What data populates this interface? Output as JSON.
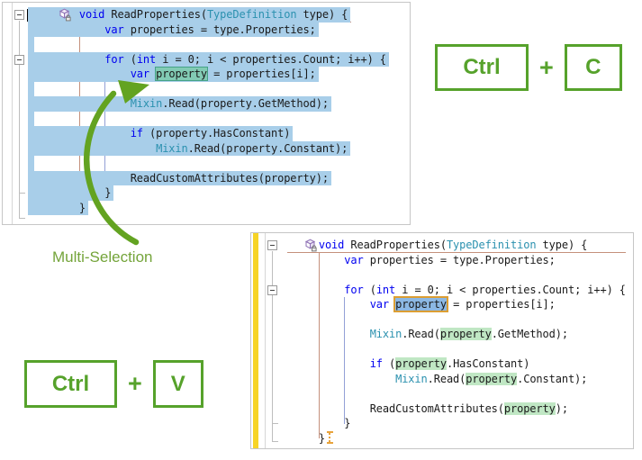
{
  "annotations": {
    "multi_selection_label": "Multi-Selection",
    "shortcut_copy": {
      "key1": "Ctrl",
      "plus": "+",
      "key2": "C"
    },
    "shortcut_paste": {
      "key1": "Ctrl",
      "plus": "+",
      "key2": "V"
    }
  },
  "colors": {
    "accent_green": "#56a22b",
    "arrow_green": "#63a321",
    "selection_blue": "#a8cee9",
    "secondary_selection_teal": "#82cbb4",
    "identifier_match_green": "#c0e7c4",
    "paste_marker_orange": "#dc9e33",
    "modified_lines_yellow": "#f7d426",
    "keyword_blue": "#0000f0",
    "type_teal": "#2b91af",
    "method_guide_brown": "#c4907c",
    "block_guide_blue": "#93a0d6"
  },
  "panels": {
    "copied": {
      "lines": [
        {
          "i": 8,
          "icon": true,
          "sel": true,
          "k": [
            [
              "k",
              "void"
            ],
            [
              "p",
              " ReadProperties("
            ],
            [
              "t",
              "TypeDefinition"
            ],
            [
              "p",
              " type) {"
            ]
          ]
        },
        {
          "i": 12,
          "sel": true,
          "k": [
            [
              "k",
              "var"
            ],
            [
              "p",
              " properties = type.Properties;"
            ]
          ]
        },
        {
          "i": 0,
          "sel": "stub",
          "k": []
        },
        {
          "i": 12,
          "sel": true,
          "k": [
            [
              "k",
              "for"
            ],
            [
              "p",
              " ("
            ],
            [
              "k",
              "int"
            ],
            [
              "p",
              " i = 0; i < properties.Count; i++) {"
            ]
          ]
        },
        {
          "i": 16,
          "sel": true,
          "k": [
            [
              "k",
              "var"
            ],
            [
              "p",
              " "
            ],
            [
              "p",
              "property",
              "sel-teal"
            ],
            [
              "p",
              " = properties[i];"
            ]
          ]
        },
        {
          "i": 0,
          "sel": "stub",
          "k": []
        },
        {
          "i": 16,
          "sel": true,
          "k": [
            [
              "t",
              "Mixin"
            ],
            [
              "p",
              ".Read(property.GetMethod);"
            ]
          ]
        },
        {
          "i": 0,
          "sel": "stub",
          "k": []
        },
        {
          "i": 16,
          "sel": true,
          "k": [
            [
              "k",
              "if"
            ],
            [
              "p",
              " (property.HasConstant)"
            ]
          ]
        },
        {
          "i": 20,
          "sel": true,
          "k": [
            [
              "t",
              "Mixin"
            ],
            [
              "p",
              ".Read(property.Constant);"
            ]
          ]
        },
        {
          "i": 0,
          "sel": "stub",
          "k": []
        },
        {
          "i": 16,
          "sel": true,
          "k": [
            [
              "p",
              "ReadCustomAttributes(property);"
            ]
          ]
        },
        {
          "i": 12,
          "sel": true,
          "k": [
            [
              "p",
              "}"
            ]
          ]
        },
        {
          "i": 8,
          "sel": true,
          "k": [
            [
              "p",
              "}"
            ]
          ]
        }
      ]
    },
    "pasted": {
      "lines": [
        {
          "i": 8,
          "icon": true,
          "k": [
            [
              "k",
              "void"
            ],
            [
              "p",
              " ReadProperties("
            ],
            [
              "t",
              "TypeDefinition"
            ],
            [
              "p",
              " type) {"
            ]
          ]
        },
        {
          "i": 12,
          "k": [
            [
              "k",
              "var"
            ],
            [
              "p",
              " properties = type.Properties;"
            ]
          ]
        },
        {
          "i": 0,
          "k": []
        },
        {
          "i": 12,
          "k": [
            [
              "k",
              "for"
            ],
            [
              "p",
              " ("
            ],
            [
              "k",
              "int"
            ],
            [
              "p",
              " i = 0; i < properties.Count; i++) {"
            ]
          ]
        },
        {
          "i": 16,
          "k": [
            [
              "k",
              "var"
            ],
            [
              "p",
              " "
            ],
            [
              "p",
              "property",
              "sel-paste"
            ],
            [
              "p",
              " = properties[i];"
            ]
          ]
        },
        {
          "i": 0,
          "k": []
        },
        {
          "i": 16,
          "k": [
            [
              "t",
              "Mixin"
            ],
            [
              "p",
              ".Read("
            ],
            [
              "p",
              "property",
              "hl-green"
            ],
            [
              "p",
              ".GetMethod);"
            ]
          ]
        },
        {
          "i": 0,
          "k": []
        },
        {
          "i": 16,
          "k": [
            [
              "k",
              "if"
            ],
            [
              "p",
              " ("
            ],
            [
              "p",
              "property",
              "hl-green"
            ],
            [
              "p",
              ".HasConstant)"
            ]
          ]
        },
        {
          "i": 20,
          "k": [
            [
              "t",
              "Mixin"
            ],
            [
              "p",
              ".Read("
            ],
            [
              "p",
              "property",
              "hl-green"
            ],
            [
              "p",
              ".Constant);"
            ]
          ]
        },
        {
          "i": 0,
          "k": []
        },
        {
          "i": 16,
          "k": [
            [
              "p",
              "ReadCustomAttributes("
            ],
            [
              "p",
              "property",
              "hl-green"
            ],
            [
              "p",
              ");"
            ]
          ]
        },
        {
          "i": 12,
          "k": [
            [
              "p",
              "}"
            ]
          ]
        },
        {
          "i": 8,
          "caret": true,
          "k": [
            [
              "p",
              "}"
            ]
          ]
        }
      ]
    }
  }
}
